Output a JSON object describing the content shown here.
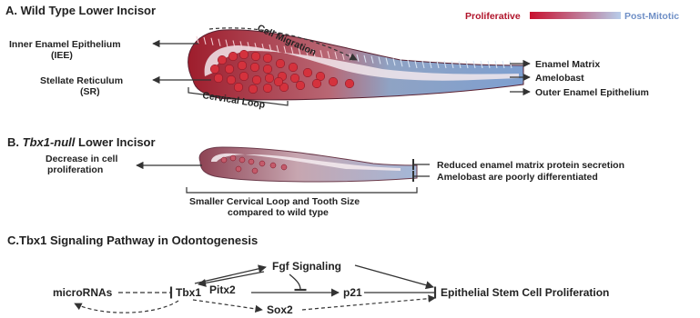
{
  "section_a": {
    "title": "A. Wild Type Lower Incisor",
    "legend": {
      "left_label": "Proliferative",
      "right_label": "Post-Mitotic",
      "color_from": "#c8102e",
      "color_to": "#a9c3e6"
    },
    "label_iee_1": "Inner Enamel Epithelium",
    "label_iee_2": "(IEE)",
    "label_sr_1": "Stellate Reticulum",
    "label_sr_2": "(SR)",
    "label_cell_migration": "Cell Migration",
    "label_cervical_loop": "Cervical Loop",
    "label_enamel_matrix": "Enamel Matrix",
    "label_amelobast": "Amelobast",
    "label_oee": "Outer Enamel Epithelium"
  },
  "section_b": {
    "title_prefix": "B.",
    "title_italic": "Tbx1-null",
    "title_suffix": "Lower Incisor",
    "label_decrease_1": "Decrease in cell",
    "label_decrease_2": "proliferation",
    "label_reduced": "Reduced enamel matrix protein secretion",
    "label_poorly": "Amelobast are poorly differentiated",
    "label_smaller_1": "Smaller Cervical Loop and Tooth Size",
    "label_smaller_2": "compared to wild type"
  },
  "section_c": {
    "title": "C.Tbx1 Signaling Pathway in Odontogenesis",
    "nodes": {
      "micrornas": "microRNAs",
      "tbx1": "Tbx1",
      "fgf": "Fgf Signaling",
      "pitx2": "Pitx2",
      "p21": "p21",
      "sox2": "Sox2",
      "proliferation": "Epithelial Stem Cell Proliferation"
    }
  }
}
